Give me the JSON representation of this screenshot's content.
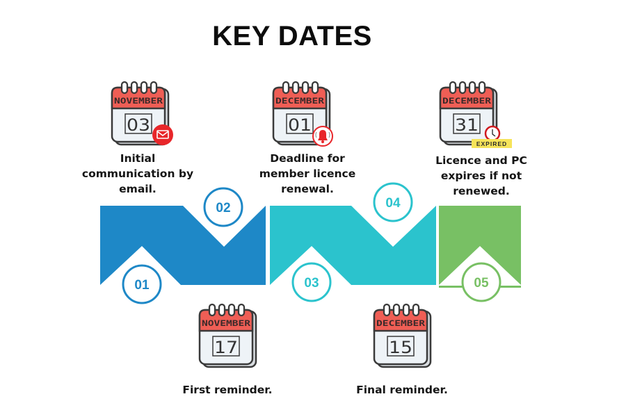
{
  "title": "KEY DATES",
  "colors": {
    "blue": "#1e88c7",
    "teal": "#2bc3cd",
    "green": "#78c064",
    "calendar_red": "#ef5e55",
    "calendar_body": "#eef3f7",
    "calendar_outline": "#3a3a3a",
    "badge_red": "#e8262a",
    "expired_yellow": "#f6e45a"
  },
  "steps": [
    {
      "number": "01",
      "month": "NOVEMBER",
      "day": "03",
      "description": "Initial communication by email.",
      "lines": [
        "Initial",
        "communication by",
        "email."
      ],
      "badge": "envelope-icon",
      "position": "top"
    },
    {
      "number": "02",
      "month": "NOVEMBER",
      "day": "17",
      "description": "First reminder.",
      "lines": [
        "First reminder."
      ],
      "badge": "",
      "position": "bottom"
    },
    {
      "number": "03",
      "month": "DECEMBER",
      "day": "01",
      "description": "Deadline for member licence renewal.",
      "lines": [
        "Deadline for",
        "member licence",
        "renewal."
      ],
      "badge": "bell-icon",
      "position": "top"
    },
    {
      "number": "04",
      "month": "DECEMBER",
      "day": "15",
      "description": "Final reminder.",
      "lines": [
        "Final reminder."
      ],
      "badge": "",
      "position": "bottom"
    },
    {
      "number": "05",
      "month": "DECEMBER",
      "day": "31",
      "description": "Licence and PC expires if not renewed.",
      "lines": [
        "Licence and PC",
        "expires if not",
        "renewed."
      ],
      "badge": "clock-icon",
      "badge_text": "EXPIRED",
      "position": "top"
    }
  ]
}
